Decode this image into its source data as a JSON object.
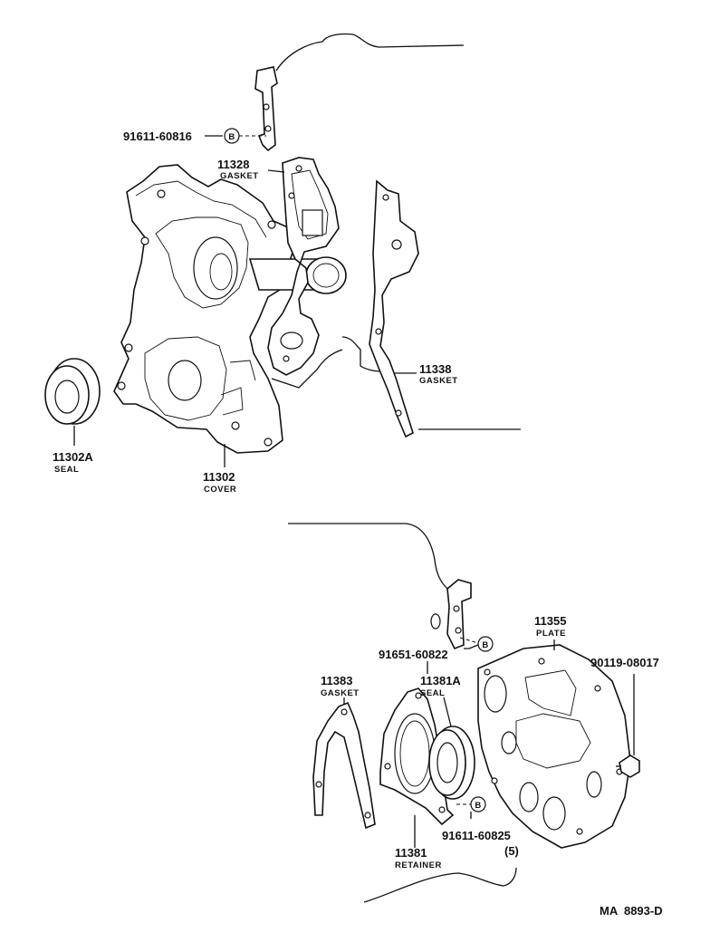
{
  "callouts": {
    "c91611_60816": {
      "number": "91611-60816",
      "sub": ""
    },
    "c11328": {
      "number": "11328",
      "sub": "GASKET"
    },
    "c11338": {
      "number": "11338",
      "sub": "GASKET"
    },
    "c11302A": {
      "number": "11302A",
      "sub": "SEAL"
    },
    "c11302": {
      "number": "11302",
      "sub": "COVER"
    },
    "c11355": {
      "number": "11355",
      "sub": "PLATE"
    },
    "c90119_08017": {
      "number": "90119-08017",
      "sub": ""
    },
    "c91651_60822": {
      "number": "91651-60822",
      "sub": ""
    },
    "c11383": {
      "number": "11383",
      "sub": "GASKET"
    },
    "c11381A": {
      "number": "11381A",
      "sub": "SEAL"
    },
    "c91611_60825": {
      "number": "91611-60825",
      "sub": "(5)"
    },
    "c11381": {
      "number": "11381",
      "sub": "RETAINER"
    }
  },
  "bolt_marks": {
    "b1": "B",
    "b2": "B",
    "b3": "B"
  },
  "figure_code": "MA  8893-D"
}
